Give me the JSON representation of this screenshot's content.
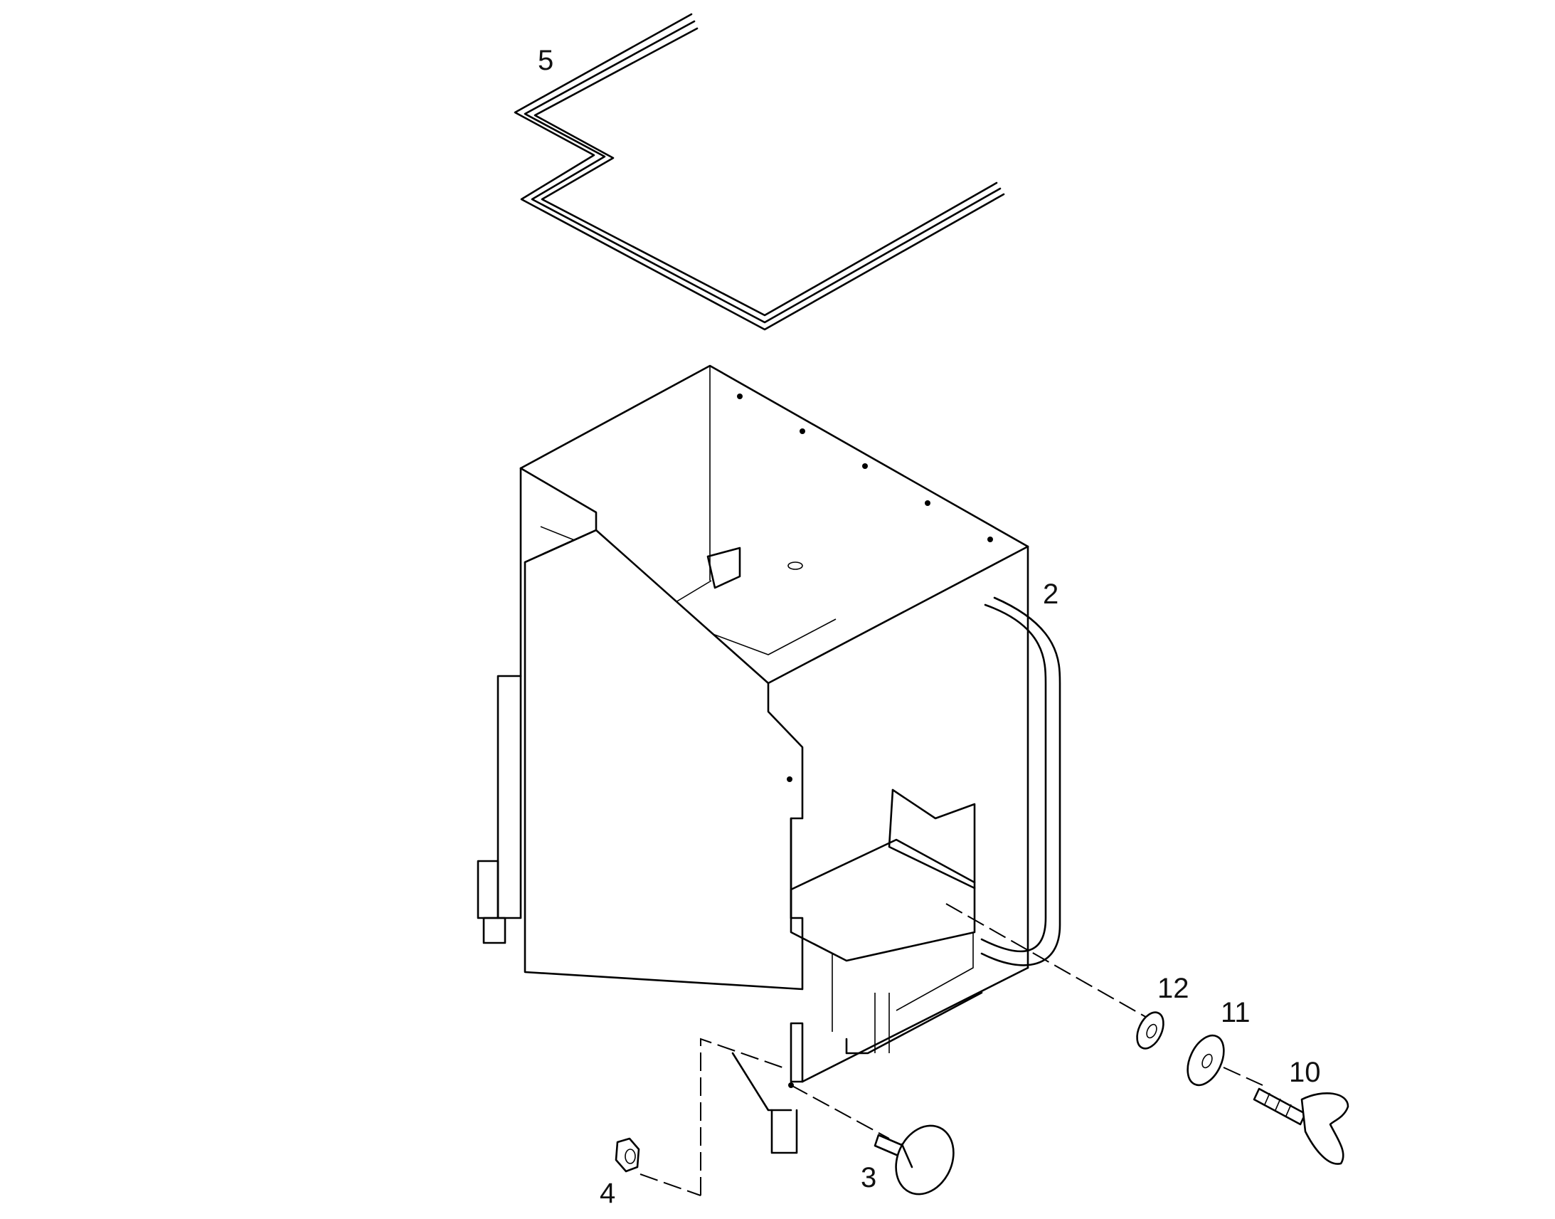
{
  "callouts": {
    "seal": "5",
    "housing": "2",
    "washer_small": "12",
    "washer_large": "11",
    "wing_screw": "10",
    "thumb_screw": "3",
    "nut": "4"
  }
}
